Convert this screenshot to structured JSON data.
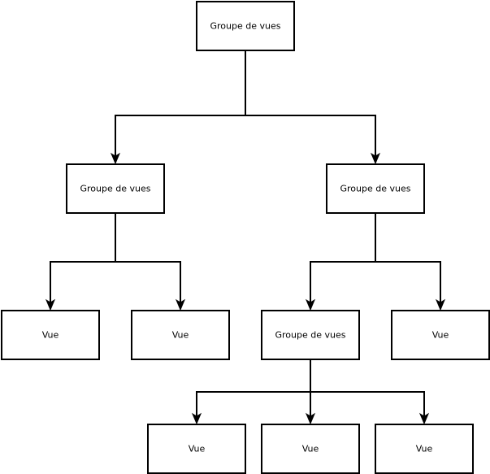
{
  "diagram": {
    "nodes": [
      {
        "id": "root",
        "label": "Groupe de vues"
      },
      {
        "id": "left_group",
        "label": "Groupe de vues"
      },
      {
        "id": "right_group",
        "label": "Groupe de vues"
      },
      {
        "id": "left_view_1",
        "label": "Vue"
      },
      {
        "id": "left_view_2",
        "label": "Vue"
      },
      {
        "id": "inner_group",
        "label": "Groupe de vues"
      },
      {
        "id": "right_view",
        "label": "Vue"
      },
      {
        "id": "bottom_view_1",
        "label": "Vue"
      },
      {
        "id": "bottom_view_2",
        "label": "Vue"
      },
      {
        "id": "bottom_view_3",
        "label": "Vue"
      }
    ],
    "edges": [
      {
        "from": "root",
        "to": "left_group"
      },
      {
        "from": "root",
        "to": "right_group"
      },
      {
        "from": "left_group",
        "to": "left_view_1"
      },
      {
        "from": "left_group",
        "to": "left_view_2"
      },
      {
        "from": "right_group",
        "to": "inner_group"
      },
      {
        "from": "right_group",
        "to": "right_view"
      },
      {
        "from": "inner_group",
        "to": "bottom_view_1"
      },
      {
        "from": "inner_group",
        "to": "bottom_view_2"
      },
      {
        "from": "inner_group",
        "to": "bottom_view_3"
      }
    ],
    "colors": {
      "stroke": "#000000",
      "fill": "#ffffff",
      "text": "#000000"
    }
  }
}
